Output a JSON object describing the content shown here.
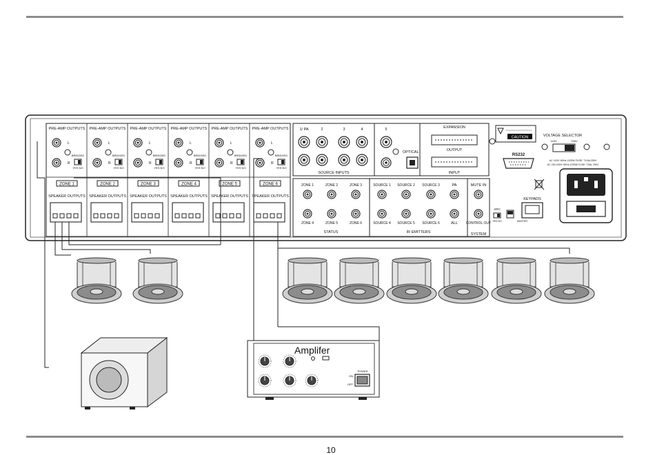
{
  "panel": {
    "zones": [
      {
        "preamp": "PRE-AMP OUTPUTS",
        "zone": "ZONE 1",
        "speaker": "SPEAKER OUTPUTS"
      },
      {
        "preamp": "PRE-AMP OUTPUTS",
        "zone": "ZONE 2",
        "speaker": "SPEAKER OUTPUTS"
      },
      {
        "preamp": "PRE-AMP OUTPUTS",
        "zone": "ZONE 3",
        "speaker": "SPEAKER OUTPUTS"
      },
      {
        "preamp": "PRE-AMP OUTPUTS",
        "zone": "ZONE 4",
        "speaker": "SPEAKER OUTPUTS"
      },
      {
        "preamp": "PRE-AMP OUTPUTS",
        "zone": "ZONE 5",
        "speaker": "SPEAKER OUTPUTS"
      },
      {
        "preamp": "PRE-AMP OUTPUTS",
        "zone": "ZONE 6",
        "speaker": "SPEAKER OUTPUTS"
      }
    ],
    "ch_l": "L",
    "ch_r": "R",
    "bridged": "BRIDGED",
    "yes_no": "YES NO",
    "source_inputs": {
      "title": "SOURCE INPUTS",
      "labels": [
        "1/ PA",
        "2",
        "3",
        "4",
        "5"
      ],
      "optical": "OPTICAL"
    },
    "expansion": {
      "title": "EXPANSION",
      "output": "OUTPUT",
      "input": "INPUT"
    },
    "caution": "CAUTION",
    "voltage": {
      "title": "VOLTAGE SELECTOR",
      "v115": "115V",
      "v230": "230V"
    },
    "rs232": "RS232",
    "ac_info_1": "AC 115V~60Hz,1200W FUSE: T10AL250V",
    "ac_info_2": "AC 230-240V~50Hz,1200W FUSE: T5AL 250V",
    "keypads": "KEYPADS",
    "status": {
      "title": "STATUS",
      "labels": [
        "ZONE 1",
        "ZONE 2",
        "ZONE 3",
        "ZONE 4",
        "ZONE 5",
        "ZONE 6"
      ]
    },
    "ir": {
      "title": "IR EMITTERS",
      "labels": [
        "SOURCE 1",
        "SOURCE 2",
        "SOURCE 3",
        "SOURCE 4",
        "SOURCE 5",
        "SOURCE 6"
      ]
    },
    "pa": "PA",
    "all": "ALL",
    "mute_in": "MUTE IN",
    "control_out": "CONTROL OUT",
    "system": "SYSTEM",
    "arc": "ARC",
    "slave_master": "MASTER"
  },
  "amplifier": {
    "title": "Amplifer",
    "power": "POWER",
    "on": "ON",
    "off": "OFF"
  },
  "page_number": "10"
}
